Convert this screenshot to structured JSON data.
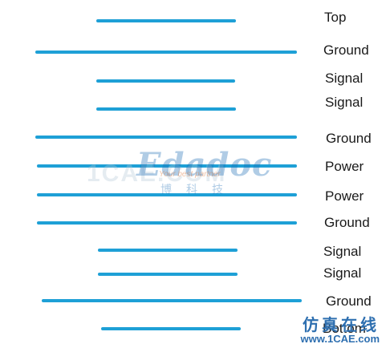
{
  "layers": [
    {
      "label": "Top"
    },
    {
      "label": "Ground"
    },
    {
      "label": "Signal"
    },
    {
      "label": "Signal"
    },
    {
      "label": "Ground"
    },
    {
      "label": "Power"
    },
    {
      "label": "Power"
    },
    {
      "label": "Ground"
    },
    {
      "label": "Signal"
    },
    {
      "label": "Signal"
    },
    {
      "label": "Ground"
    },
    {
      "label": "Bottom"
    }
  ],
  "watermark": {
    "brand": "Edadoc",
    "faint": "1CAE.COM",
    "tagline": "Your best partner",
    "chinese": "博科技"
  },
  "site_badge": {
    "chinese": "仿真在线",
    "url": "www.1CAE.com"
  },
  "colors": {
    "line": "#1ea0d6",
    "label": "#1a1a1a",
    "badge": "#2e6fb0"
  }
}
